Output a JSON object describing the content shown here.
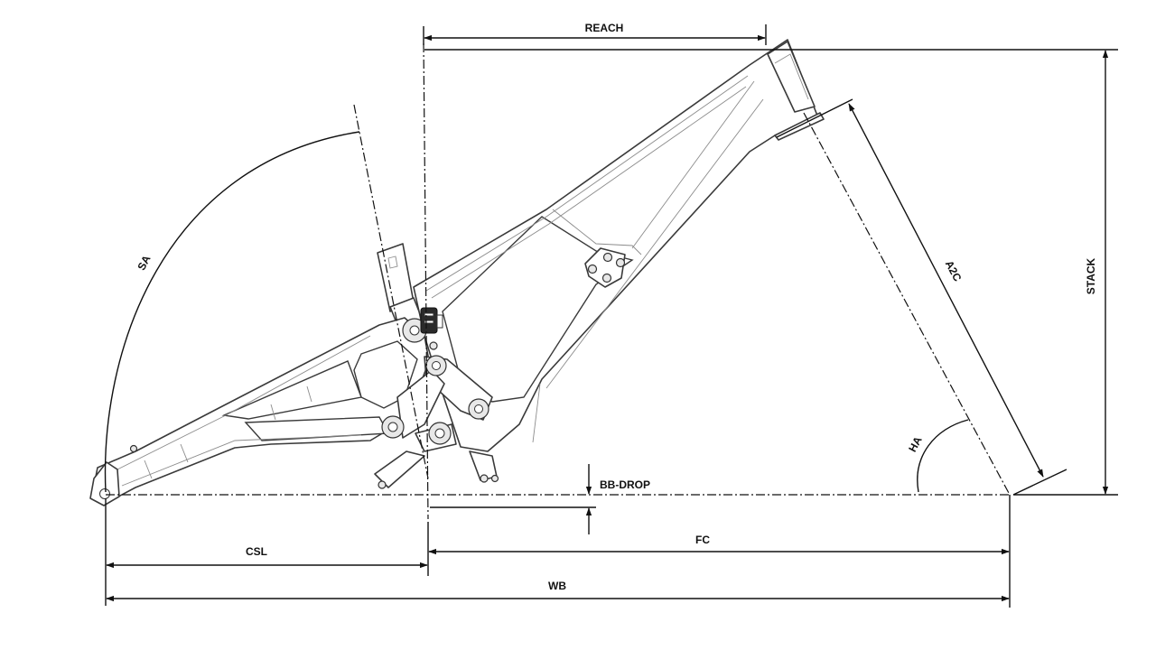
{
  "labels": {
    "reach": "REACH",
    "stack": "STACK",
    "a2c": "A2C",
    "sa": "SA",
    "ha": "HA",
    "bb_drop": "BB-DROP",
    "csl": "CSL",
    "fc": "FC",
    "wb": "WB"
  },
  "colors": {
    "line": "#111111",
    "frame_outline": "#3a3a3a",
    "frame_detail": "#8c8c8c",
    "background": "#ffffff"
  }
}
